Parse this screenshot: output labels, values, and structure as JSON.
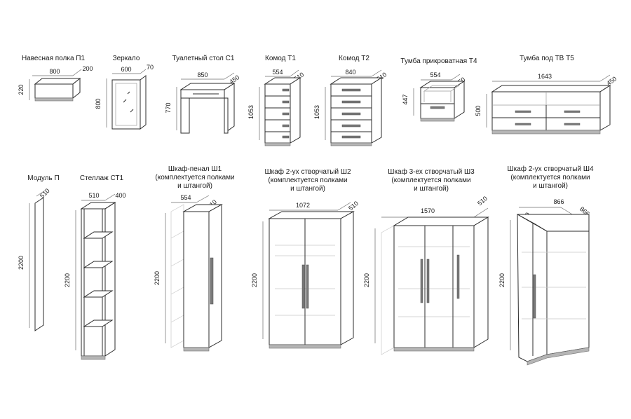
{
  "items": [
    {
      "id": "p1",
      "title": [
        "Навесная полка П1"
      ],
      "width": "800",
      "depth": "200",
      "height": "220"
    },
    {
      "id": "z",
      "title": [
        "Зеркало"
      ],
      "width": "600",
      "depth": "70",
      "height": "800"
    },
    {
      "id": "c1",
      "title": [
        "Туалетный стол С1"
      ],
      "width": "850",
      "depth": "450",
      "height": "770"
    },
    {
      "id": "t1",
      "title": [
        "Комод Т1"
      ],
      "width": "554",
      "depth": "510",
      "height": "1053"
    },
    {
      "id": "t2",
      "title": [
        "Комод Т2"
      ],
      "width": "840",
      "depth": "510",
      "height": "1053"
    },
    {
      "id": "t4",
      "title": [
        "Тумба прикроватная Т4"
      ],
      "width": "554",
      "depth": "450",
      "height": "447"
    },
    {
      "id": "t5",
      "title": [
        "Тумба под ТВ Т5"
      ],
      "width": "1643",
      "depth": "450",
      "height": "500"
    },
    {
      "id": "mp",
      "title": [
        "Модуль П"
      ],
      "width": "",
      "depth": "510",
      "height": "2200"
    },
    {
      "id": "st1",
      "title": [
        "Стеллаж СТ1"
      ],
      "width": "510",
      "depth": "400",
      "height": "2200"
    },
    {
      "id": "sh1",
      "title": [
        "Шкаф-пенал Ш1",
        "(комплектуется полками",
        "и штангой)"
      ],
      "width": "554",
      "depth": "510",
      "height": "2200"
    },
    {
      "id": "sh2",
      "title": [
        "Шкаф 2-ух створчатый Ш2",
        "(комплектуется полками",
        "и штангой)"
      ],
      "width": "1072",
      "depth": "510",
      "height": "2200"
    },
    {
      "id": "sh3",
      "title": [
        "Шкаф 3-ех створчатый Ш3",
        "(комплектуется полками",
        "и штангой)"
      ],
      "width": "1570",
      "depth": "510",
      "height": "2200"
    },
    {
      "id": "sh4",
      "title": [
        "Шкаф 2-ух створчатый Ш4",
        "(комплектуется полками",
        "и штангой)"
      ],
      "width": "866",
      "depth": "866",
      "height": "2200",
      "extra": "510"
    }
  ]
}
